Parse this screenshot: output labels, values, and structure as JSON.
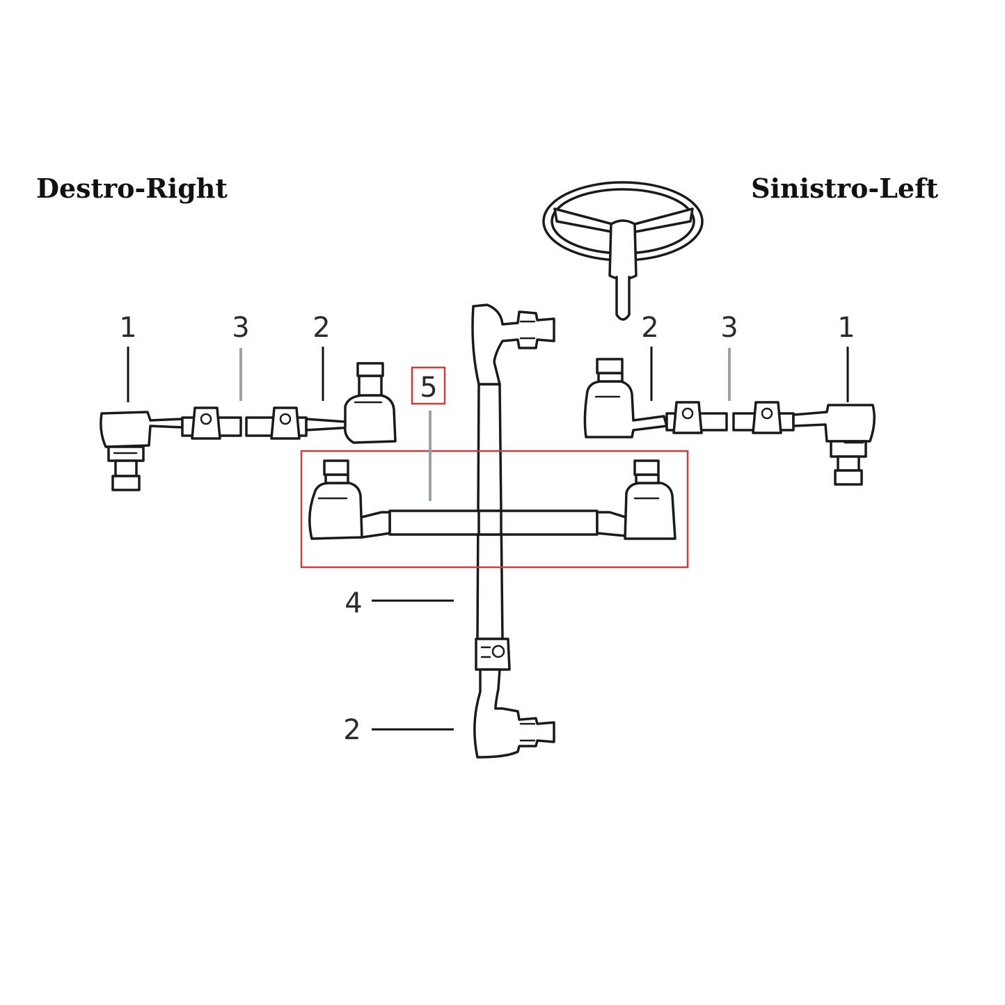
{
  "titles": {
    "right": "Destro-Right",
    "left": "Sinistro-Left"
  },
  "callouts": {
    "right_outer_tie_rod_end": "1",
    "right_adjusting_sleeve": "3",
    "right_inner_tie_rod_end": "2",
    "left_inner_tie_rod_end": "2",
    "left_adjusting_sleeve": "3",
    "left_outer_tie_rod_end": "1",
    "center_tie_rod_assembly": "5",
    "drag_link": "4",
    "drag_link_end": "2"
  },
  "colors": {
    "highlight": "#d23b3b",
    "line": "#1a1a1a",
    "secondary_leader": "#9aa2a8"
  },
  "highlighted_item": "5"
}
